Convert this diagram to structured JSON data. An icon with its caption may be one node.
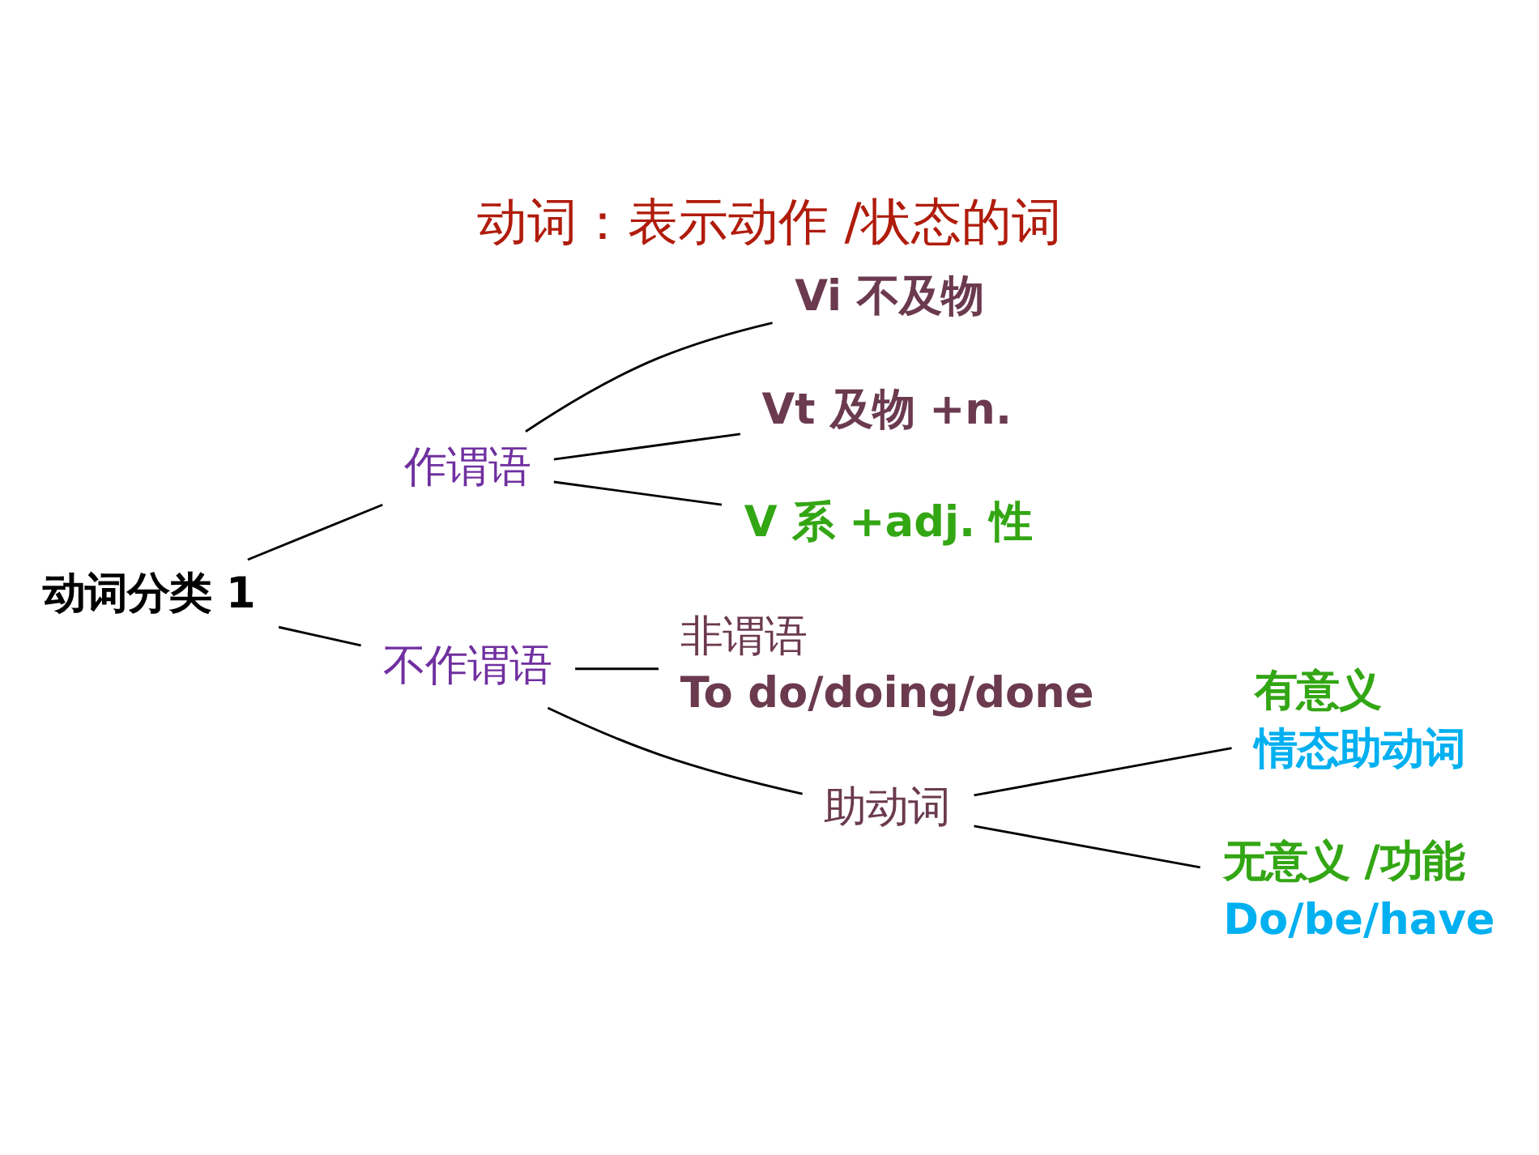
{
  "diagram": {
    "title": "动词：表示动作 /状态的词",
    "nodes": [
      {
        "text": [
          "动词分类 1"
        ]
      },
      {
        "text": [
          "作谓语"
        ]
      },
      {
        "text": [
          "不作谓语"
        ]
      },
      {
        "text": [
          "Vi 不及物"
        ]
      },
      {
        "text": [
          "Vt 及物 +n."
        ]
      },
      {
        "text": [
          "V 系 +adj. 性"
        ]
      },
      {
        "text": [
          "非谓语",
          "To do/doing/done"
        ]
      },
      {
        "text": [
          "助动词"
        ]
      },
      {
        "text": [
          "有意义"
        ],
        "beside": [
          "情态助动词"
        ]
      },
      {
        "text": [
          "无意义 /功能"
        ],
        "beside": [
          "Do/be/have"
        ]
      }
    ],
    "edges": [
      {
        "from": 0,
        "to": 1,
        "arrow": "none"
      },
      {
        "from": 0,
        "to": 2,
        "arrow": "none"
      },
      {
        "from": 1,
        "to": 3,
        "arrow": "none"
      },
      {
        "from": 1,
        "to": 4,
        "arrow": "none"
      },
      {
        "from": 1,
        "to": 5,
        "arrow": "none"
      },
      {
        "from": 2,
        "to": 6,
        "arrow": "none"
      },
      {
        "from": 2,
        "to": 7,
        "arrow": "none"
      },
      {
        "from": 7,
        "to": 8,
        "arrow": "none"
      },
      {
        "from": 7,
        "to": 9,
        "arrow": "none"
      }
    ]
  }
}
